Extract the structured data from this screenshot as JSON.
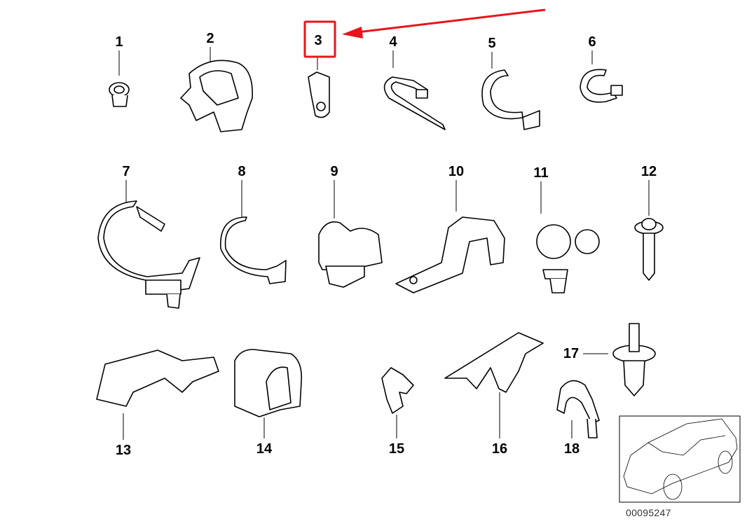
{
  "diagram": {
    "part_numbers": [
      "1",
      "2",
      "3",
      "4",
      "5",
      "6",
      "7",
      "8",
      "9",
      "10",
      "11",
      "12",
      "13",
      "14",
      "15",
      "16",
      "17",
      "18"
    ],
    "highlighted_part": "3",
    "reference_code": "00095247",
    "highlight_color": "#e8141b"
  }
}
